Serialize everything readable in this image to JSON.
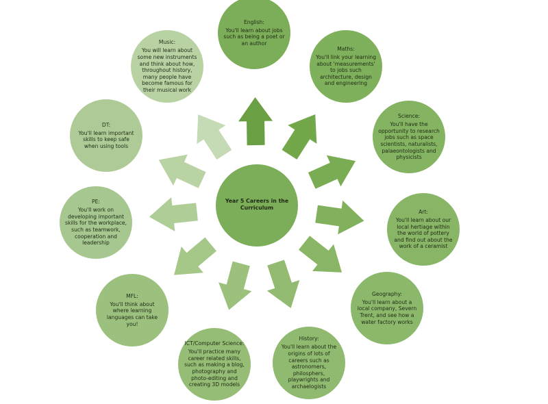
{
  "center": {
    "title": "Year 5 Careers in the Curriculum",
    "color": "#7cad58"
  },
  "subjects": [
    {
      "name": "English:",
      "text": "You'll learn about jobs such as being a poet or an author",
      "color": "#7cad58",
      "arrow": "#6a9f43"
    },
    {
      "name": "Maths:",
      "text": "You'll link your learning about 'measurements' to jobs such architecture, design and engineering",
      "color": "#7fb05b",
      "arrow": "#72a84a"
    },
    {
      "name": "Science:",
      "text": "You'll have the opportunity to research jobs such as space scientists, naturalists, palaeontologists and physicists",
      "color": "#84b362",
      "arrow": "#7aad53"
    },
    {
      "name": "Art:",
      "text": "You'll learn about our local hertiage within the world of pottery and find out about the work of a ceramist",
      "color": "#88b566",
      "arrow": "#81b15c"
    },
    {
      "name": "Geography:",
      "text": "You'll learn about a local company, Severn Trent, and see how a water factory works",
      "color": "#8cb86c",
      "arrow": "#89b666"
    },
    {
      "name": "History:",
      "text": "You'll learn about the origins of lots of careers such as astronomers, philosphers, playwrights and archaelogists",
      "color": "#90ba70",
      "arrow": "#92bb71"
    },
    {
      "name": "ICT/Computer Science:",
      "text": "You'll practice many career related skills, such as making a blog, photography and photo-editing and creating 3D models",
      "color": "#95bd76",
      "arrow": "#9bc17c"
    },
    {
      "name": "MFL:",
      "text": "You'll think about where learning languages can take you!",
      "color": "#9cc17e",
      "arrow": "#a5c788"
    },
    {
      "name": "PE:",
      "text": "You'll work on developing important skills for the workplace, such as teamwork, cooperation and leadership",
      "color": "#a6c78f",
      "arrow": "#afcd96"
    },
    {
      "name": "DT:",
      "text": "You'll learn important skills to keep safe when using tools",
      "color": "#aecb97",
      "arrow": "#b9d3a4"
    },
    {
      "name": "Music:",
      "text": "You will learn about some new instruments and think about how, throughout history, many people have become famous for their musical work",
      "color": "#b8d2a4",
      "arrow": "#c5dbb6"
    }
  ]
}
